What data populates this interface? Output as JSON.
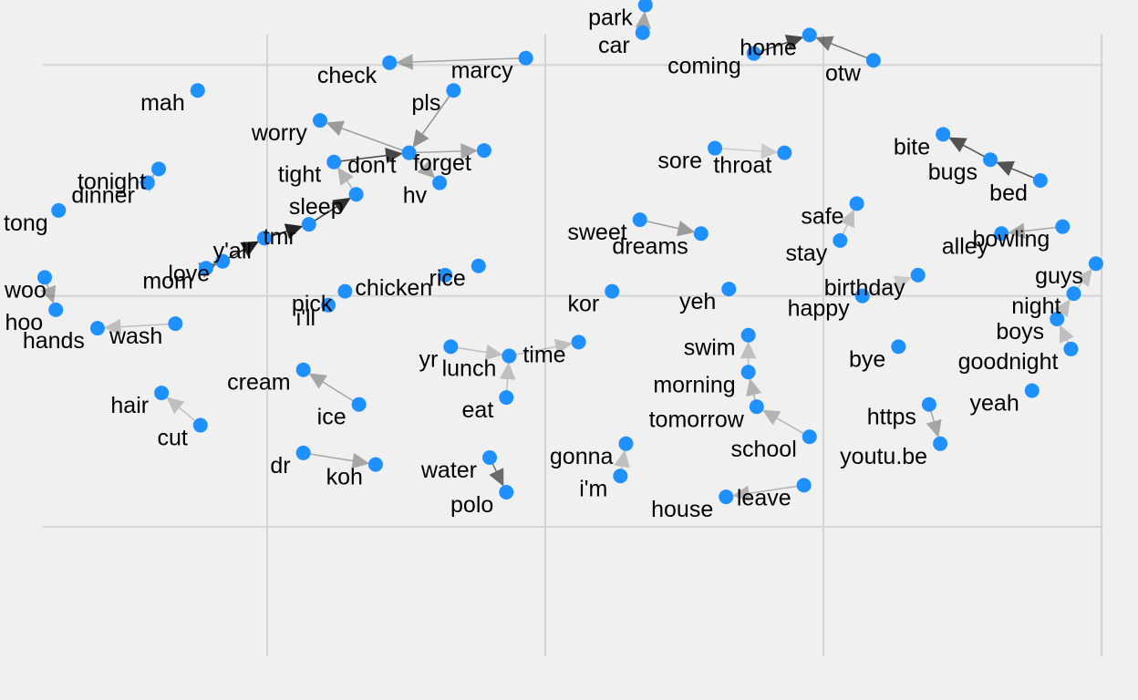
{
  "chart_data": {
    "type": "scatter",
    "title": "",
    "xlabel": "",
    "ylabel": "",
    "xlim": [
      0,
      4
    ],
    "ylim": [
      0,
      3
    ],
    "grid": true,
    "point_color": "#1e90ff",
    "arrow_color": "#000000",
    "xticks": [
      1,
      2,
      3,
      4
    ],
    "yticks": [
      0.75,
      1.75,
      2.75
    ],
    "points": [
      {
        "label": "mah",
        "x": 0.75,
        "y": 2.64
      },
      {
        "label": "check",
        "x": 1.44,
        "y": 2.76
      },
      {
        "label": "marcy",
        "x": 1.93,
        "y": 2.78
      },
      {
        "label": "pls",
        "x": 1.67,
        "y": 2.64
      },
      {
        "label": "worry",
        "x": 1.19,
        "y": 2.51
      },
      {
        "label": "don't",
        "x": 1.51,
        "y": 2.37
      },
      {
        "label": "forget",
        "x": 1.78,
        "y": 2.38
      },
      {
        "label": "tight",
        "x": 1.24,
        "y": 2.33
      },
      {
        "label": "hv",
        "x": 1.62,
        "y": 2.24
      },
      {
        "label": "sleep",
        "x": 1.32,
        "y": 2.19
      },
      {
        "label": "tonight",
        "x": 0.61,
        "y": 2.3
      },
      {
        "label": "dinner",
        "x": 0.57,
        "y": 2.24
      },
      {
        "label": "tong",
        "x": 0.25,
        "y": 2.12
      },
      {
        "label": "tmr",
        "x": 1.15,
        "y": 2.06
      },
      {
        "label": "y'all",
        "x": 0.99,
        "y": 2.0
      },
      {
        "label": "love",
        "x": 0.84,
        "y": 1.9
      },
      {
        "label": "mom",
        "x": 0.78,
        "y": 1.87
      },
      {
        "label": "woo",
        "x": 0.2,
        "y": 1.83
      },
      {
        "label": "hoo",
        "x": 0.24,
        "y": 1.69
      },
      {
        "label": "rice",
        "x": 1.76,
        "y": 1.88
      },
      {
        "label": "chicken",
        "x": 1.64,
        "y": 1.84
      },
      {
        "label": "pick",
        "x": 1.28,
        "y": 1.77
      },
      {
        "label": "i'll",
        "x": 1.22,
        "y": 1.71
      },
      {
        "label": "hands",
        "x": 0.39,
        "y": 1.61
      },
      {
        "label": "wash",
        "x": 0.67,
        "y": 1.63
      },
      {
        "label": "yr",
        "x": 1.66,
        "y": 1.53
      },
      {
        "label": "time",
        "x": 2.12,
        "y": 1.55
      },
      {
        "label": "lunch",
        "x": 1.87,
        "y": 1.49
      },
      {
        "label": "eat",
        "x": 1.86,
        "y": 1.31
      },
      {
        "label": "cream",
        "x": 1.13,
        "y": 1.43
      },
      {
        "label": "ice",
        "x": 1.33,
        "y": 1.28
      },
      {
        "label": "hair",
        "x": 0.62,
        "y": 1.33
      },
      {
        "label": "cut",
        "x": 0.76,
        "y": 1.19
      },
      {
        "label": "dr",
        "x": 1.13,
        "y": 1.07
      },
      {
        "label": "koh",
        "x": 1.39,
        "y": 1.02
      },
      {
        "label": "water",
        "x": 1.8,
        "y": 1.05
      },
      {
        "label": "polo",
        "x": 1.86,
        "y": 0.9
      },
      {
        "label": "park",
        "x": 2.36,
        "y": 3.01
      },
      {
        "label": "car",
        "x": 2.35,
        "y": 2.89
      },
      {
        "label": "coming",
        "x": 2.75,
        "y": 2.8
      },
      {
        "label": "home",
        "x": 2.95,
        "y": 2.88
      },
      {
        "label": "otw",
        "x": 3.18,
        "y": 2.77
      },
      {
        "label": "sore",
        "x": 2.61,
        "y": 2.39
      },
      {
        "label": "throat",
        "x": 2.86,
        "y": 2.37
      },
      {
        "label": "sweet",
        "x": 2.34,
        "y": 2.08
      },
      {
        "label": "dreams",
        "x": 2.56,
        "y": 2.02
      },
      {
        "label": "kor",
        "x": 2.24,
        "y": 1.77
      },
      {
        "label": "yeh",
        "x": 2.66,
        "y": 1.78
      },
      {
        "label": "swim",
        "x": 2.73,
        "y": 1.58
      },
      {
        "label": "morning",
        "x": 2.73,
        "y": 1.42
      },
      {
        "label": "tomorrow",
        "x": 2.76,
        "y": 1.27
      },
      {
        "label": "school",
        "x": 2.95,
        "y": 1.14
      },
      {
        "label": "gonna",
        "x": 2.29,
        "y": 1.11
      },
      {
        "label": "i'm",
        "x": 2.27,
        "y": 0.97
      },
      {
        "label": "house",
        "x": 2.65,
        "y": 0.88
      },
      {
        "label": "leave",
        "x": 2.93,
        "y": 0.93
      },
      {
        "label": "bite",
        "x": 3.43,
        "y": 2.45
      },
      {
        "label": "bugs",
        "x": 3.6,
        "y": 2.34
      },
      {
        "label": "bed",
        "x": 3.78,
        "y": 2.25
      },
      {
        "label": "safe",
        "x": 3.12,
        "y": 2.15
      },
      {
        "label": "stay",
        "x": 3.06,
        "y": 1.99
      },
      {
        "label": "alley",
        "x": 3.64,
        "y": 2.02
      },
      {
        "label": "bowling",
        "x": 3.86,
        "y": 2.05
      },
      {
        "label": "birthday",
        "x": 3.34,
        "y": 1.84
      },
      {
        "label": "happy",
        "x": 3.14,
        "y": 1.75
      },
      {
        "label": "guys",
        "x": 3.98,
        "y": 1.89
      },
      {
        "label": "night",
        "x": 3.9,
        "y": 1.76
      },
      {
        "label": "boys",
        "x": 3.84,
        "y": 1.65
      },
      {
        "label": "goodnight",
        "x": 3.89,
        "y": 1.52
      },
      {
        "label": "bye",
        "x": 3.27,
        "y": 1.53
      },
      {
        "label": "https",
        "x": 3.38,
        "y": 1.28
      },
      {
        "label": "youtu.be",
        "x": 3.42,
        "y": 1.11
      },
      {
        "label": "yeah",
        "x": 3.75,
        "y": 1.34
      }
    ],
    "edges": [
      {
        "from": "marcy",
        "to": "check",
        "weight": 0.3
      },
      {
        "from": "pls",
        "to": "don't",
        "weight": 0.4
      },
      {
        "from": "don't",
        "to": "worry",
        "weight": 0.35
      },
      {
        "from": "don't",
        "to": "forget",
        "weight": 0.3
      },
      {
        "from": "don't",
        "to": "hv",
        "weight": 0.3
      },
      {
        "from": "sleep",
        "to": "tight",
        "weight": 0.25
      },
      {
        "from": "tight",
        "to": "don't",
        "weight": 0.7
      },
      {
        "from": "tmr",
        "to": "sleep",
        "weight": 0.8
      },
      {
        "from": "y'all",
        "to": "tmr",
        "weight": 0.85
      },
      {
        "from": "love",
        "to": "y'all",
        "weight": 0.85
      },
      {
        "from": "mom",
        "to": "love",
        "weight": 0.55
      },
      {
        "from": "dinner",
        "to": "tonight",
        "weight": 0.2
      },
      {
        "from": "woo",
        "to": "hoo",
        "weight": 0.3
      },
      {
        "from": "wash",
        "to": "hands",
        "weight": 0.2
      },
      {
        "from": "yr",
        "to": "lunch",
        "weight": 0.2
      },
      {
        "from": "lunch",
        "to": "time",
        "weight": 0.2
      },
      {
        "from": "eat",
        "to": "lunch",
        "weight": 0.2
      },
      {
        "from": "ice",
        "to": "cream",
        "weight": 0.3
      },
      {
        "from": "cut",
        "to": "hair",
        "weight": 0.2
      },
      {
        "from": "dr",
        "to": "koh",
        "weight": 0.3
      },
      {
        "from": "water",
        "to": "polo",
        "weight": 0.55
      },
      {
        "from": "car",
        "to": "park",
        "weight": 0.3
      },
      {
        "from": "coming",
        "to": "home",
        "weight": 0.7
      },
      {
        "from": "otw",
        "to": "home",
        "weight": 0.5
      },
      {
        "from": "sore",
        "to": "throat",
        "weight": 0.15
      },
      {
        "from": "sweet",
        "to": "dreams",
        "weight": 0.35
      },
      {
        "from": "morning",
        "to": "swim",
        "weight": 0.2
      },
      {
        "from": "tomorrow",
        "to": "morning",
        "weight": 0.25
      },
      {
        "from": "school",
        "to": "tomorrow",
        "weight": 0.25
      },
      {
        "from": "i'm",
        "to": "gonna",
        "weight": 0.2
      },
      {
        "from": "leave",
        "to": "house",
        "weight": 0.25
      },
      {
        "from": "bugs",
        "to": "bite",
        "weight": 0.65
      },
      {
        "from": "bed",
        "to": "bugs",
        "weight": 0.65
      },
      {
        "from": "stay",
        "to": "safe",
        "weight": 0.2
      },
      {
        "from": "bowling",
        "to": "alley",
        "weight": 0.3
      },
      {
        "from": "happy",
        "to": "birthday",
        "weight": 0.15
      },
      {
        "from": "night",
        "to": "guys",
        "weight": 0.2
      },
      {
        "from": "boys",
        "to": "night",
        "weight": 0.2
      },
      {
        "from": "goodnight",
        "to": "boys",
        "weight": 0.2
      },
      {
        "from": "https",
        "to": "youtu.be",
        "weight": 0.3
      }
    ]
  }
}
